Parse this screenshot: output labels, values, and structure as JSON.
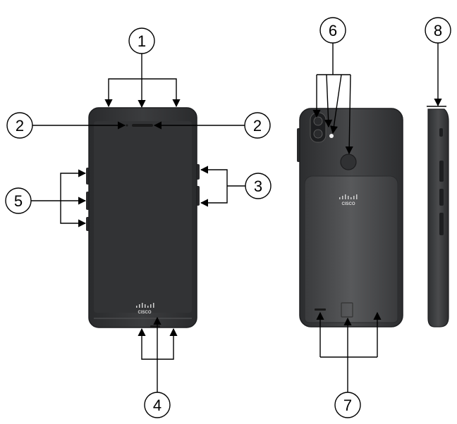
{
  "callouts": {
    "c1": "1",
    "c2_left": "2",
    "c2_right": "2",
    "c3": "3",
    "c4": "4",
    "c5": "5",
    "c6": "6",
    "c7": "7",
    "c8": "8"
  },
  "brand": {
    "front_logo": "CISCO",
    "back_logo": "CISCO"
  },
  "colors": {
    "device_body": "#3a3b3d",
    "device_edge": "#202123",
    "screen": "#2e2f31",
    "back_lower": "#505153",
    "line": "#000000"
  }
}
